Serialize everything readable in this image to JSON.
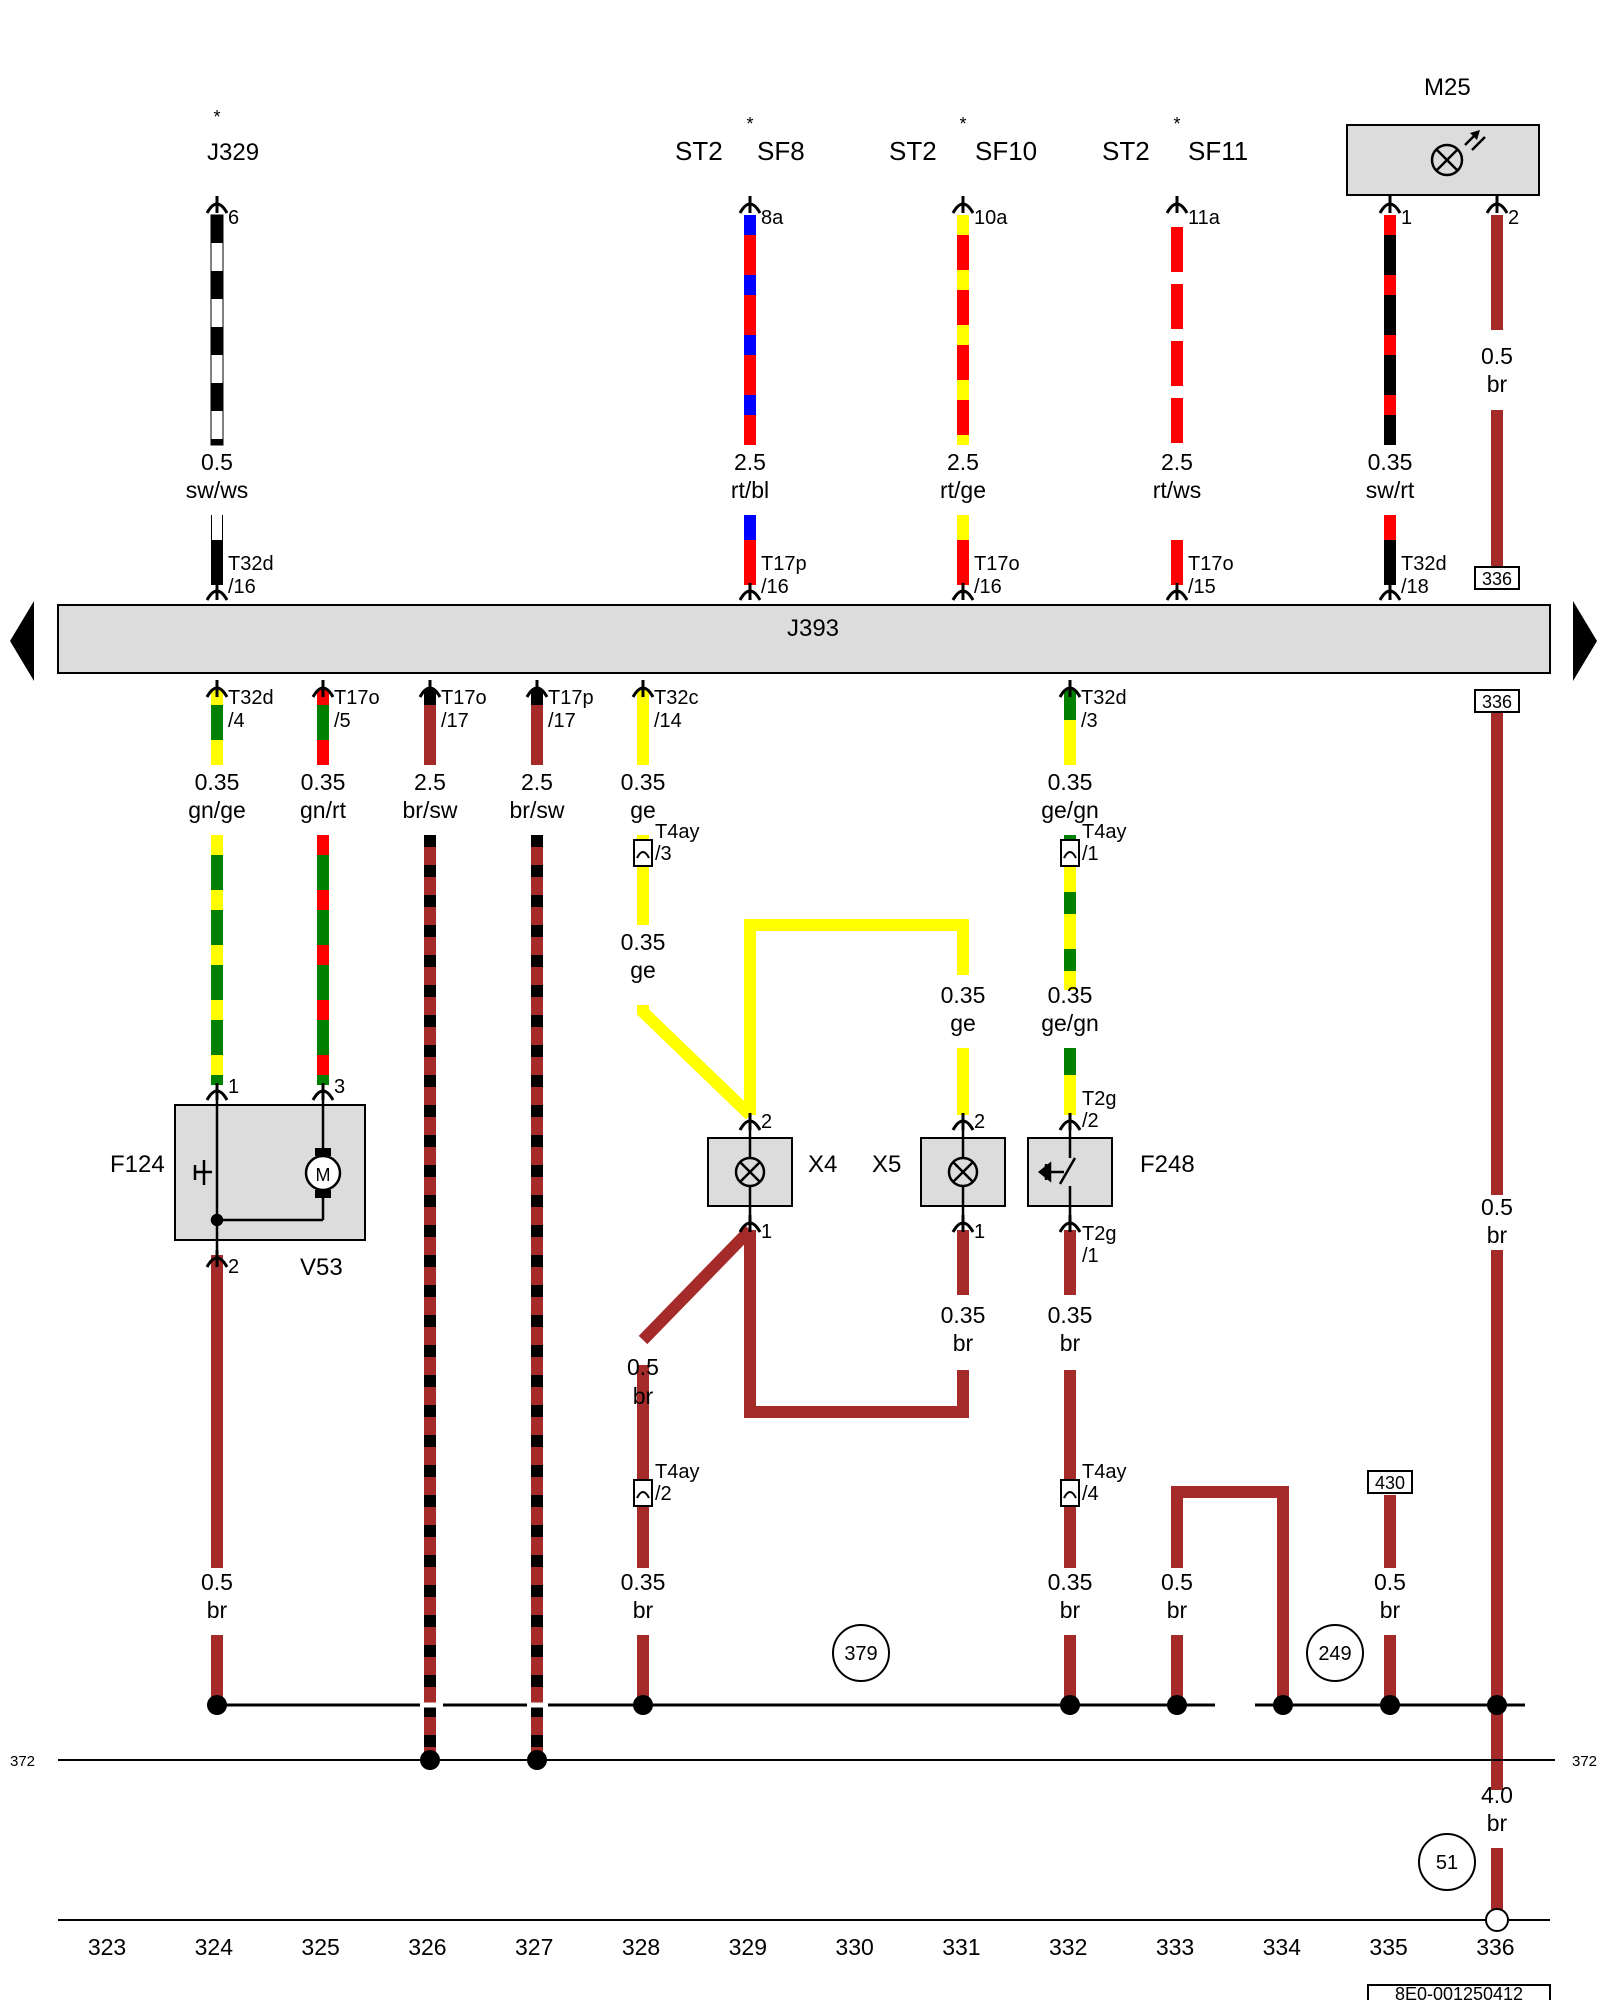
{
  "main_unit": {
    "label": "J393"
  },
  "top_components": [
    {
      "id": "J329",
      "label": "J329",
      "star": "*",
      "prefix": "",
      "pin": "6",
      "gauge": "0.5",
      "color_code": "sw/ws",
      "connector": "T32d",
      "connector_pin": "/16",
      "colors": [
        "#000000",
        "#ffffff"
      ]
    },
    {
      "id": "SF8",
      "label": "SF8",
      "star": "*",
      "prefix": "ST2",
      "pin": "8a",
      "gauge": "2.5",
      "color_code": "rt/bl",
      "connector": "T17p",
      "connector_pin": "/16",
      "colors": [
        "#ff0000",
        "#0000ff"
      ]
    },
    {
      "id": "SF10",
      "label": "SF10",
      "star": "*",
      "prefix": "ST2",
      "pin": "10a",
      "gauge": "2.5",
      "color_code": "rt/ge",
      "connector": "T17o",
      "connector_pin": "/16",
      "colors": [
        "#ff0000",
        "#ffff00"
      ]
    },
    {
      "id": "SF11",
      "label": "SF11",
      "star": "*",
      "prefix": "ST2",
      "pin": "11a",
      "gauge": "2.5",
      "color_code": "rt/ws",
      "connector": "T17o",
      "connector_pin": "/15",
      "colors": [
        "#ff0000",
        "#ffffff"
      ]
    },
    {
      "id": "M25_1",
      "label": "",
      "star": "",
      "prefix": "",
      "pin": "1",
      "gauge": "0.35",
      "color_code": "sw/rt",
      "connector": "T32d",
      "connector_pin": "/18",
      "colors": [
        "#000000",
        "#ff0000"
      ]
    }
  ],
  "m25": {
    "label": "M25",
    "pin2": "2",
    "gauge": "0.5",
    "color_code": "br",
    "ref_top": "336",
    "ref_bottom": "336",
    "gauge_lower": "0.5",
    "color_lower": "br"
  },
  "bottom_connectors": [
    {
      "connector": "T32d",
      "connector_pin": "/4",
      "gauge": "0.35",
      "color_code": "gn/ge"
    },
    {
      "connector": "T17o",
      "connector_pin": "/5",
      "gauge": "0.35",
      "color_code": "gn/rt"
    },
    {
      "connector": "T17o",
      "connector_pin": "/17",
      "gauge": "2.5",
      "color_code": "br/sw"
    },
    {
      "connector": "T17p",
      "connector_pin": "/17",
      "gauge": "2.5",
      "color_code": "br/sw"
    },
    {
      "connector": "T32c",
      "connector_pin": "/14",
      "gauge": "0.35",
      "color_code": "ge"
    },
    {
      "connector": "T32d",
      "connector_pin": "/3",
      "gauge": "0.35",
      "color_code": "ge/gn"
    }
  ],
  "inline_connectors": [
    {
      "connector": "T4ay",
      "connector_pin": "/3"
    },
    {
      "connector": "T4ay",
      "connector_pin": "/1"
    },
    {
      "connector": "T4ay",
      "connector_pin": "/2"
    },
    {
      "connector": "T4ay",
      "connector_pin": "/4"
    },
    {
      "connector": "T2g",
      "connector_pin": "/2"
    },
    {
      "connector": "T2g",
      "connector_pin": "/1"
    }
  ],
  "components": {
    "F124": {
      "label": "F124",
      "pin1": "1",
      "pin2": "2"
    },
    "V53": {
      "label": "V53",
      "pin": "3",
      "motor": "M"
    },
    "X4": {
      "label": "X4",
      "pin_top": "2",
      "pin_bottom": "1"
    },
    "X5": {
      "label": "X5",
      "pin_top": "2",
      "pin_bottom": "1"
    },
    "F248": {
      "label": "F248"
    }
  },
  "wire_labels": [
    {
      "gauge": "0.35",
      "color_code": "ge"
    },
    {
      "gauge": "0.35",
      "color_code": "ge"
    },
    {
      "gauge": "0.35",
      "color_code": "ge/gn"
    },
    {
      "gauge": "0.5",
      "color_code": "br"
    },
    {
      "gauge": "0.35",
      "color_code": "br"
    },
    {
      "gauge": "0.35",
      "color_code": "br"
    },
    {
      "gauge": "0.5",
      "color_code": "br"
    },
    {
      "gauge": "0.35",
      "color_code": "br"
    },
    {
      "gauge": "0.35",
      "color_code": "br"
    },
    {
      "gauge": "0.5",
      "color_code": "br"
    },
    {
      "gauge": "0.5",
      "color_code": "br"
    },
    {
      "gauge": "4.0",
      "color_code": "br"
    }
  ],
  "refs": {
    "r430": "430",
    "c379": "379",
    "c249": "249",
    "c51": "51",
    "ground_left": "372",
    "ground_right": "372"
  },
  "tracks": [
    "323",
    "324",
    "325",
    "326",
    "327",
    "328",
    "329",
    "330",
    "331",
    "332",
    "333",
    "334",
    "335",
    "336"
  ],
  "doc_number": "8E0-001250412",
  "colors": {
    "brown": "#a52a2a",
    "yellow": "#ffff00",
    "green": "#008000",
    "red": "#ff0000",
    "blue": "#0000ff",
    "black": "#000000",
    "box_fill": "#dcdcdc"
  }
}
